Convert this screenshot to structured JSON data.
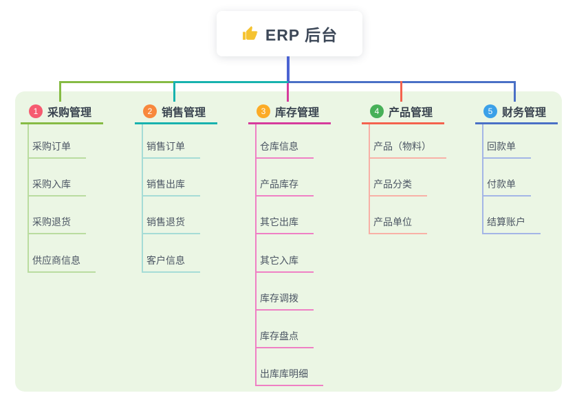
{
  "root": {
    "label": "ERP 后台",
    "icon": "thumbs-up-icon",
    "icon_color": "#f5c331",
    "line_color": "#4b63d2"
  },
  "panel": {
    "bg": "#ebf6e4"
  },
  "branches": [
    {
      "index": "1",
      "label": "采购管理",
      "badge_color": "#f65b70",
      "line_color": "#86bb44",
      "child_line_color": "#b9dc9f",
      "children": [
        "采购订单",
        "采购入库",
        "采购退货",
        "供应商信息"
      ]
    },
    {
      "index": "2",
      "label": "销售管理",
      "badge_color": "#f8883d",
      "line_color": "#17b2ae",
      "child_line_color": "#a5dcd6",
      "children": [
        "销售订单",
        "销售出库",
        "销售退货",
        "客户信息"
      ]
    },
    {
      "index": "3",
      "label": "库存管理",
      "badge_color": "#fcab26",
      "line_color": "#d63b9c",
      "child_line_color": "#ef7fc4",
      "children": [
        "仓库信息",
        "产品库存",
        "其它出库",
        "其它入库",
        "库存调拨",
        "库存盘点",
        "出库库明细"
      ]
    },
    {
      "index": "4",
      "label": "产品管理",
      "badge_color": "#47b058",
      "line_color": "#f4624d",
      "child_line_color": "#f8b0a6",
      "children": [
        "产品（物料）",
        "产品分类",
        "产品单位"
      ]
    },
    {
      "index": "5",
      "label": "财务管理",
      "badge_color": "#3ba0e8",
      "line_color": "#4a70c6",
      "child_line_color": "#a3b5e6",
      "children": [
        "回款单",
        "付款单",
        "结算账户"
      ]
    }
  ]
}
